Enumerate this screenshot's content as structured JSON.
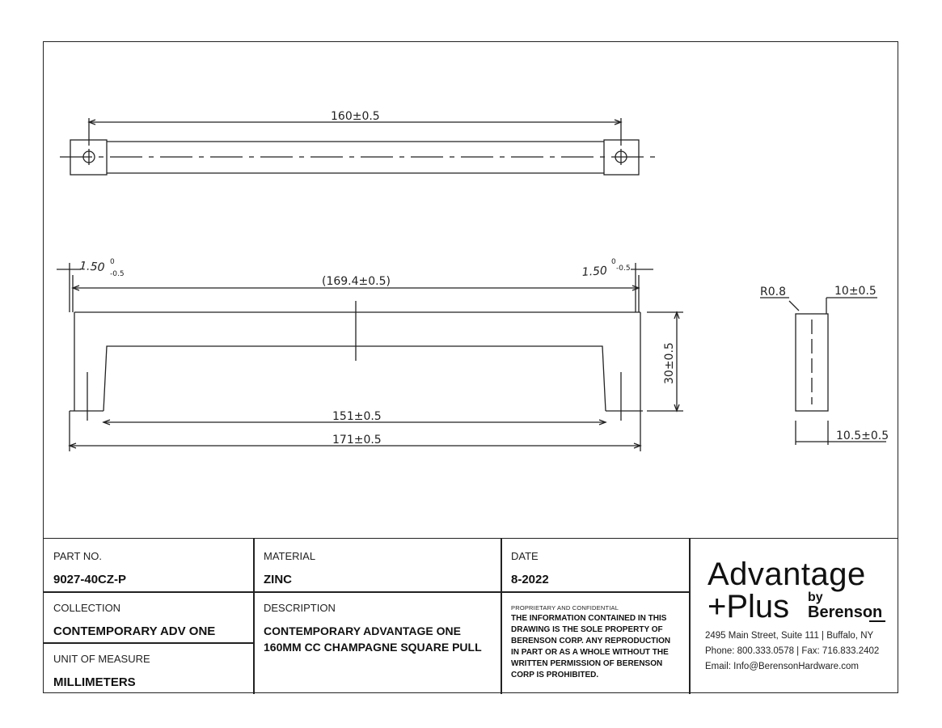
{
  "dimensions": {
    "top_length": "160±0.5",
    "left_offset": "1.50",
    "left_tol_upper": "0",
    "left_tol_lower": "-0.5",
    "right_offset": "1.50",
    "right_tol_upper": "0",
    "right_tol_lower": "-0.5",
    "overall_span": "(169.4±0.5)",
    "inner_length": "151±0.5",
    "overall_length": "171±0.5",
    "height": "30±0.5",
    "radius": "R0.8",
    "profile_width": "10±0.5",
    "profile_depth": "10.5±0.5"
  },
  "title_block": {
    "part_no_label": "PART NO.",
    "part_no": "9027-40CZ-P",
    "material_label": "MATERIAL",
    "material": "ZINC",
    "date_label": "DATE",
    "date": "8-2022",
    "collection_label": "COLLECTION",
    "collection": "CONTEMPORARY ADV ONE",
    "description_label": "DESCRIPTION",
    "description_line1": "CONTEMPORARY ADVANTAGE ONE",
    "description_line2": "160MM CC CHAMPAGNE SQUARE PULL",
    "unit_label": "UNIT OF MEASURE",
    "unit": "MILLIMETERS",
    "confidential_title": "PROPRIETARY AND CONFIDENTIAL",
    "confidential_lines": [
      "THE INFORMATION CONTAINED IN THIS",
      "DRAWING IS THE SOLE PROPERTY OF",
      "BERENSON CORP. ANY REPRODUCTION",
      "IN PART OR AS A WHOLE WITHOUT THE",
      "WRITTEN PERMISSION OF BERENSON",
      "CORP IS PROHIBITED."
    ]
  },
  "brand": {
    "line1": "Advantage",
    "line2": "+Plus",
    "by": "by",
    "company": "Berenson",
    "address": "2495 Main Street, Suite 111 | Buffalo, NY",
    "phone": "Phone: 800.333.0578 | Fax: 716.833.2402",
    "email": "Email: Info@BerensonHardware.com"
  }
}
